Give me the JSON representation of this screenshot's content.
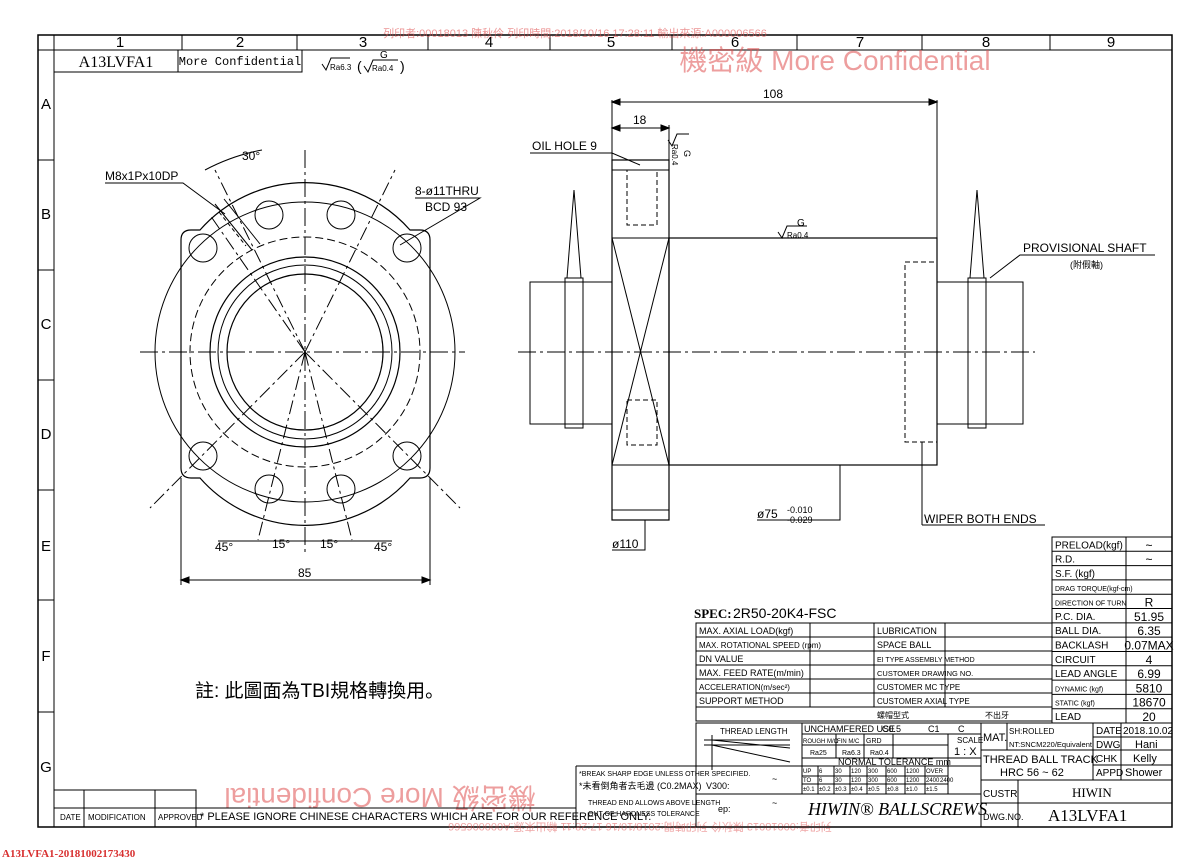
{
  "watermark": {
    "header_line": "列印者:00018013 陳秋伶 列印時間:2018/10/16 17:28:11 輸出來源:A000006566",
    "confidential": "機密級 More Confidential",
    "mirrored_confidential": "機密級 More Confidential",
    "mirrored_line": "列印者:00018013 陳秋伶 列印時間:2018/10/16 17:28:11 輸出來源:A000006566"
  },
  "frame": {
    "columns": [
      "1",
      "2",
      "3",
      "4",
      "5",
      "6",
      "7",
      "8",
      "9"
    ],
    "rows": [
      "A",
      "B",
      "C",
      "D",
      "E",
      "F",
      "G"
    ]
  },
  "title_box": {
    "drawing_no": "A13LVFA1",
    "confidential": "More Confidential",
    "roughness_1": "Ra6.3",
    "roughness_2": "G",
    "roughness_3": "Ra0.4"
  },
  "front_view": {
    "angle_top": "30°",
    "thread_note": "M8x1Px10DP",
    "holes_note": "8-ø11THRU",
    "bcd_note": "BCD 93",
    "angle_left": "45°",
    "angle_mid_left": "15°",
    "angle_mid_right": "15°",
    "angle_right": "45°",
    "width": "85"
  },
  "side_view": {
    "length": "108",
    "flange_len": "18",
    "oil_hole": "OIL HOLE 9",
    "grind": "G",
    "ra_flange": "Ra0.4",
    "ra_body": "Ra0.4",
    "provisional": "PROVISIONAL SHAFT",
    "provisional_cn": "(附假軸)",
    "diameter_body": "ø75",
    "tol_upper": "-0.010",
    "tol_lower": "-0.029",
    "wiper": "WIPER BOTH ENDS",
    "diameter_flange": "ø110"
  },
  "note_cn": "註: 此圖面為TBI規格轉換用。",
  "spec": {
    "label": "SPEC:",
    "value": "2R50-20K4-FSC",
    "rows": [
      [
        "MAX. AXIAL LOAD(kgf)",
        "",
        "LUBRICATION",
        ""
      ],
      [
        "MAX. ROTATIONAL SPEED (rpm)",
        "",
        "SPACE BALL",
        ""
      ],
      [
        "DN VALUE",
        "",
        "EI TYPE ASSEMBLY METHOD",
        ""
      ],
      [
        "MAX. FEED RATE(m/min)",
        "",
        "CUSTOMER DRAWING NO.",
        ""
      ],
      [
        "ACCELERATION(m/sec²)",
        "",
        "CUSTOMER MC TYPE",
        ""
      ],
      [
        "SUPPORT METHOD",
        "",
        "CUSTOMER AXIAL TYPE",
        ""
      ]
    ],
    "last_row_a": "螺帽型式",
    "last_row_b": "不出牙"
  },
  "params": {
    "rows": [
      [
        "PRELOAD(kgf)",
        "~"
      ],
      [
        "R.D.",
        "~"
      ],
      [
        "S.F.  (kgf)",
        ""
      ],
      [
        "DRAG TORQUE(kgf-cm)",
        ""
      ],
      [
        "DIRECTION OF TURN",
        "R"
      ],
      [
        "P.C. DIA.",
        "51.95"
      ],
      [
        "BALL DIA.",
        "6.35"
      ],
      [
        "BACKLASH",
        "0.07MAX"
      ],
      [
        "CIRCUIT",
        "4"
      ],
      [
        "LEAD ANGLE",
        "6.99"
      ],
      [
        "DYNAMIC    (kgf)",
        "5810"
      ],
      [
        "STATIC      (kgf)",
        "18670"
      ],
      [
        "LEAD",
        "20"
      ]
    ]
  },
  "titleblock": {
    "thread_length": "THREAD LENGTH",
    "unchamfered": "UNCHAMFERED USE",
    "c05": "C0.5",
    "c1": "C1",
    "c": "C",
    "rough": "ROUGH M/C",
    "fin": "FIN M/C",
    "grd": "GRD",
    "ra25": "Ra25",
    "ra63": "Ra6.3",
    "ra04": "Ra0.4",
    "scale_label": "SCALE",
    "scale": "1 : X",
    "normal_tol": "NORMAL  TOLERANCE  mm",
    "tol_up": [
      "UP",
      "6",
      "30",
      "120",
      "300",
      "600",
      "1200",
      "OVER"
    ],
    "tol_to": [
      "TO",
      "6",
      "30",
      "120",
      "300",
      "600",
      "1200",
      "2400",
      "2400"
    ],
    "tol_val": [
      "±0.1",
      "±0.2",
      "±0.3",
      "±0.4",
      "±0.5",
      "±0.8",
      "±1.0",
      "±1.5"
    ],
    "break_edge": "*BREAK SHARP EDGE UNLESS OTHER SPECIFIED.",
    "break_edge_cn": "*未看倒角者去毛邊 (C0.2MAX)",
    "thread_end": "THREAD END ALLOWS ABOVE LENGTH",
    "hardness": "OUT OF HARDNESS TOLERANCE",
    "v300": "V300:",
    "ep": "ep:",
    "tilde": "~",
    "brand": "HIWIN® BALLSCREWS",
    "mat_label": "MAT.",
    "mat_1": "SH:ROLLED",
    "mat_2": "NT:SNCM220/Equivalent",
    "thread_track": "THREAD BALL TRACK",
    "hrc": "HRC 56 ~ 62",
    "date_label": "DATE",
    "date": "2018.10.02",
    "dwg_label": "DWG",
    "dwg_by": "Hani",
    "chk_label": "CHK",
    "chk_by": "Kelly",
    "appd_label": "APPD",
    "appd_by": "Shower",
    "custr_label": "CUSTR",
    "custr": "HIWIN",
    "dwgno_label": "DWG.NO.",
    "dwgno": "A13LVFA1"
  },
  "revision": {
    "date": "DATE",
    "modification": "MODIFICATION",
    "approved": "APPROVED",
    "notice": "* PLEASE IGNORE CHINESE CHARACTERS WHICH ARE FOR OUR REFERENCE ONLY."
  },
  "footer": "A13LVFA1-20181002173430"
}
